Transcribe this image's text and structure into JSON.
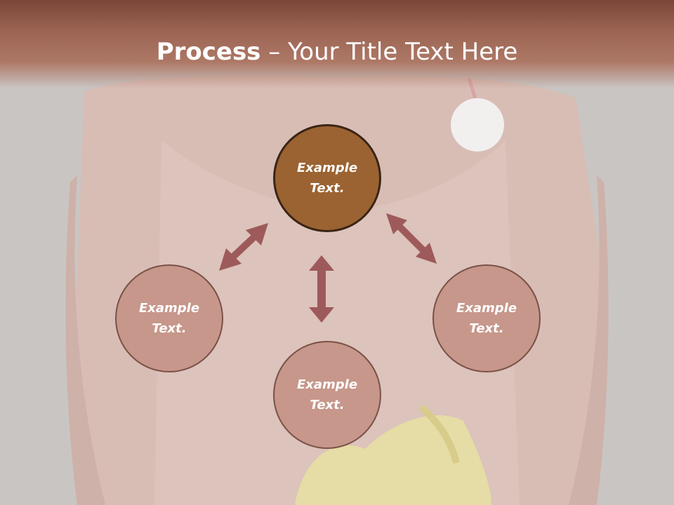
{
  "title": {
    "bold": "Process",
    "rest": " – Your Title Text Here"
  },
  "nodes": {
    "top": {
      "line1": "Example",
      "line2": "Text."
    },
    "left": {
      "line1": "Example",
      "line2": "Text."
    },
    "right": {
      "line1": "Example",
      "line2": "Text."
    },
    "bottom": {
      "line1": "Example",
      "line2": "Text."
    }
  },
  "colors": {
    "title_band": "#9c6453",
    "main_node": "#9b6331",
    "sub_node": "#c6978a",
    "arrow": "#9e5a5a"
  }
}
